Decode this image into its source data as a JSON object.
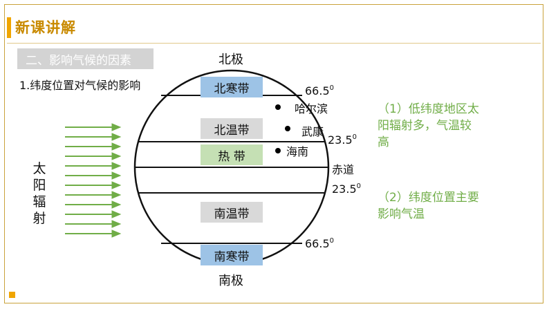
{
  "header": {
    "title": "新课讲解"
  },
  "section": {
    "subtitle": "二、影响气候的因素",
    "point": "1.纬度位置对气候的影响"
  },
  "sun": {
    "label": "太阳辐射",
    "chars": [
      "太",
      "阳",
      "辐",
      "射"
    ]
  },
  "globe": {
    "north_pole": "北极",
    "south_pole": "南极",
    "equator": "赤道",
    "zones": {
      "north_frigid": "北寒带",
      "north_temperate": "北温带",
      "tropical": "热  带",
      "south_temperate": "南温带",
      "south_frigid": "南寒带"
    },
    "latitudes": {
      "n66": {
        "value": "66.5",
        "sup": "0"
      },
      "n23": {
        "value": "23.5",
        "sup": "0"
      },
      "s23": {
        "value": "23.5",
        "sup": "0"
      },
      "s66": {
        "value": "66.5",
        "sup": "0"
      }
    },
    "cities": [
      "哈尔滨",
      "武康",
      "海南"
    ]
  },
  "notes": {
    "note1": "（1）低纬度地区太阳辐射多，气温较高",
    "note2": "（2）纬度位置主要影响气温"
  },
  "colors": {
    "accent": "#f0a500",
    "title": "#c98a00",
    "note": "#70ad47",
    "arrow": "#70ad47",
    "zone_blue": "#9dc3e6",
    "zone_green": "#c5e0b4",
    "zone_gray": "#d9d9d9"
  }
}
